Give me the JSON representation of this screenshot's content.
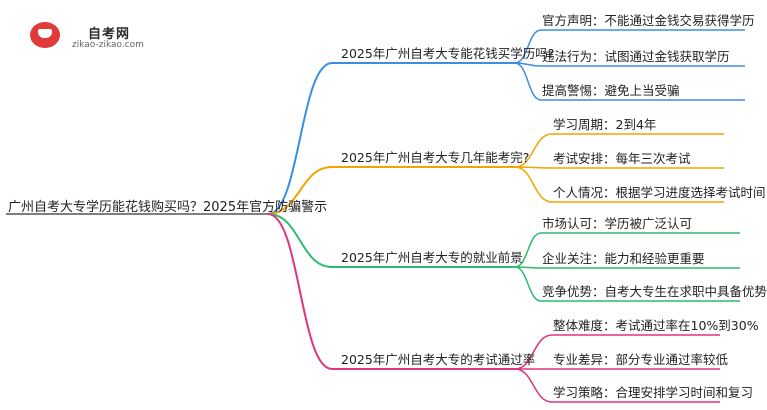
{
  "logo": {
    "name": "自考网",
    "domain": "zikao-zikao.com"
  },
  "root": "广州自考大专学历能花钱购买吗？2025年官方防骗警示",
  "colors": {
    "branch1": "#3b8ee0",
    "branch2": "#f2a400",
    "branch3": "#2fba6f",
    "branch4": "#e0357e"
  },
  "branches": [
    {
      "title": "2025年广州自考大专能花钱买学历吗?",
      "color": "#3b8ee0",
      "leaves": [
        "官方声明：不能通过金钱交易获得学历",
        "违法行为：试图通过金钱获取学历",
        "提高警惕：避免上当受骗"
      ]
    },
    {
      "title": "2025年广州自考大专几年能考完?",
      "color": "#f2a400",
      "leaves": [
        "学习周期：2到4年",
        "考试安排：每年三次考试",
        "个人情况：根据学习进度选择考试时间"
      ]
    },
    {
      "title": "2025年广州自考大专的就业前景",
      "color": "#2fba6f",
      "leaves": [
        "市场认可：学历被广泛认可",
        "企业关注：能力和经验更重要",
        "竞争优势：自考大专生在求职中具备优势"
      ]
    },
    {
      "title": "2025年广州自考大专的考试通过率",
      "color": "#e0357e",
      "leaves": [
        "整体难度：考试通过率在10%到30%",
        "专业差异：部分专业通过率较低",
        "学习策略：合理安排学习时间和复习"
      ]
    }
  ]
}
